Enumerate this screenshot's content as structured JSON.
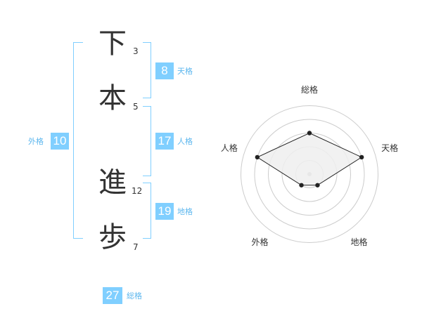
{
  "name_chars": [
    {
      "char": "下",
      "strokes": "3"
    },
    {
      "char": "本",
      "strokes": "5"
    },
    {
      "char": "進",
      "strokes": "12"
    },
    {
      "char": "歩",
      "strokes": "7"
    }
  ],
  "fortunes": {
    "tenkaku": {
      "value": "8",
      "label": "天格"
    },
    "jinkaku": {
      "value": "17",
      "label": "人格"
    },
    "chikaku": {
      "value": "19",
      "label": "地格"
    },
    "gaikaku": {
      "value": "10",
      "label": "外格"
    },
    "soukaku": {
      "value": "27",
      "label": "総格"
    }
  },
  "chart_data": {
    "type": "radar",
    "axes": [
      "総格",
      "天格",
      "地格",
      "外格",
      "人格"
    ],
    "values": [
      3,
      4,
      1,
      1,
      4
    ],
    "rings": 5,
    "colors": {
      "fill": "#eeeeee",
      "line": "#222222",
      "grid": "#cccccc",
      "center": "#bbbbbb"
    }
  }
}
